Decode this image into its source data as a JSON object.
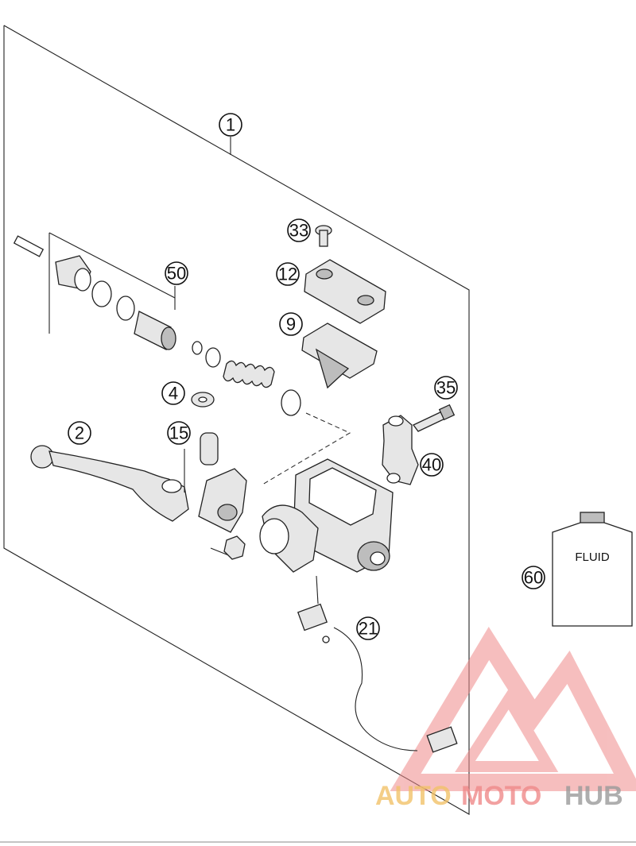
{
  "callouts": {
    "c1": "1",
    "c2": "2",
    "c4": "4",
    "c9": "9",
    "c12": "12",
    "c15": "15",
    "c21": "21",
    "c33": "33",
    "c35": "35",
    "c40": "40",
    "c50": "50",
    "c60": "60"
  },
  "fluid_container": {
    "label": "FLUID"
  },
  "watermark": {
    "part1": "AUTO",
    "part2": "MOTO",
    "part3": "HUB",
    "colors": {
      "auto": "#f2c26a",
      "moto": "#ef8a8a",
      "hub": "#9a9a9a",
      "triangle": "#ef8a8a"
    }
  }
}
